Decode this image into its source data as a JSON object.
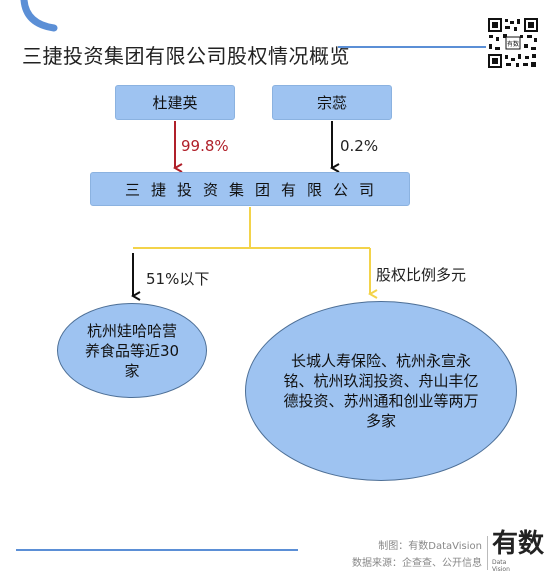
{
  "title": "三捷投资集团有限公司股权情况概览",
  "shareholders": [
    {
      "name": "杜建英",
      "share": "99.8%",
      "color": "#b0202a"
    },
    {
      "name": "宗蕊",
      "share": "0.2%",
      "color": "#111111"
    }
  ],
  "company": "三捷投资集团有限公司",
  "subsidiaries": [
    {
      "label": "51%以下",
      "name": "杭州娃哈哈营养食品等近30家"
    },
    {
      "label": "股权比例多元",
      "name": "长城人寿保险、杭州永宣永铭、杭州玖润投资、舟山丰亿德投资、苏州通和创业等两万多家"
    }
  ],
  "colors": {
    "box_fill": "#9ec3f1",
    "accent_line": "#5b8fd6",
    "branch_line": "#f3d34a",
    "red_arrow": "#b0202a"
  },
  "icons": [
    "corner-arc-icon",
    "qr-code-icon"
  ],
  "footer": {
    "credit": "制图：有数DataVision",
    "source": "数据来源：企查查、公开信息",
    "logo_main": "有数",
    "logo_sub_1": "Data",
    "logo_sub_2": "Vision"
  }
}
